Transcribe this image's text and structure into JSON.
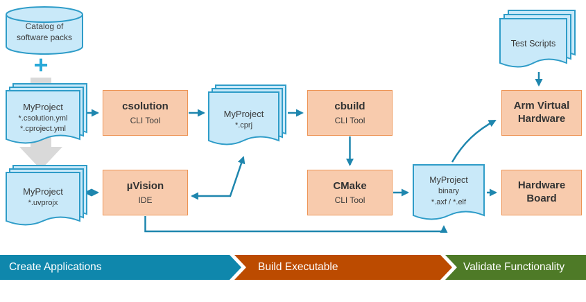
{
  "nodes": {
    "catalog": {
      "line1": "Catalog of",
      "line2": "software packs"
    },
    "plus_icon": "+",
    "project_yml": {
      "title": "MyProject",
      "sub1": "*.csolution.yml",
      "sub2": "*.cproject.yml"
    },
    "csolution": {
      "title": "csolution",
      "sub": "CLI Tool"
    },
    "project_cprj": {
      "title": "MyProject",
      "sub": "*.cprj"
    },
    "cbuild": {
      "title": "cbuild",
      "sub": "CLI Tool"
    },
    "cmake": {
      "title": "CMake",
      "sub": "CLI Tool"
    },
    "project_binary": {
      "title": "MyProject",
      "sub1": "binary",
      "sub2": "*.axf / *.elf"
    },
    "uvision": {
      "title": "µVision",
      "sub": "IDE"
    },
    "project_uvprojx": {
      "title": "MyProject",
      "sub": "*.uvprojx"
    },
    "test_scripts": {
      "title": "Test Scripts"
    },
    "arm_virtual_hardware": {
      "line1": "Arm Virtual",
      "line2": "Hardware"
    },
    "hardware_board": {
      "line1": "Hardware",
      "line2": "Board"
    }
  },
  "phases": {
    "create": "Create Applications",
    "build": "Build Executable",
    "validate": "Validate Functionality"
  },
  "colors": {
    "doc_fill": "#C9E9F9",
    "doc_border": "#2E9CC8",
    "box_fill": "#F8CBAD",
    "box_border": "#ED9455",
    "connector": "#1E86AE",
    "gray_arrow": "#D9D9D9",
    "phase_create": "#0F87AC",
    "phase_build": "#BC4B00",
    "phase_validate": "#4E7A27"
  }
}
